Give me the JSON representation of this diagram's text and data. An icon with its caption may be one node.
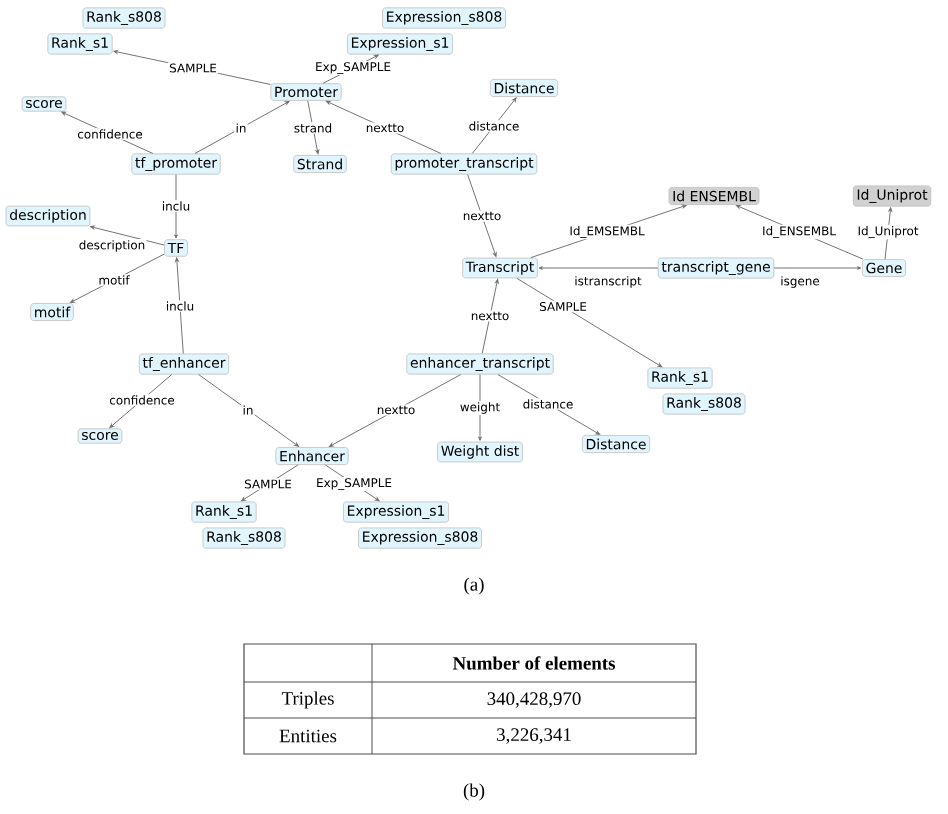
{
  "diagram": {
    "nodes": [
      {
        "text": [
          "Rank_s808"
        ]
      },
      {
        "text": [
          "Rank_s1"
        ]
      },
      {
        "text": [
          "Expression_s808"
        ]
      },
      {
        "text": [
          "Expression_s1"
        ]
      },
      {
        "text": [
          "Promoter"
        ]
      },
      {
        "text": [
          "score"
        ]
      },
      {
        "text": [
          "tf_promoter"
        ]
      },
      {
        "text": [
          "Strand"
        ]
      },
      {
        "text": [
          "promoter_transcript"
        ]
      },
      {
        "text": [
          "Distance"
        ]
      },
      {
        "text": [
          "description"
        ]
      },
      {
        "text": [
          "TF"
        ]
      },
      {
        "text": [
          "motif"
        ]
      },
      {
        "text": [
          "Id ENSEMBL"
        ]
      },
      {
        "text": [
          "Id_Uniprot"
        ]
      },
      {
        "text": [
          "Transcript"
        ]
      },
      {
        "text": [
          "transcript_gene"
        ]
      },
      {
        "text": [
          "Gene"
        ]
      },
      {
        "text": [
          "tf_enhancer"
        ]
      },
      {
        "text": [
          "enhancer_transcript"
        ]
      },
      {
        "text": [
          "score"
        ]
      },
      {
        "text": [
          "Enhancer"
        ]
      },
      {
        "text": [
          "Weight dist"
        ]
      },
      {
        "text": [
          "Distance"
        ]
      },
      {
        "text": [
          "Rank_s1"
        ]
      },
      {
        "text": [
          "Rank_s808"
        ]
      },
      {
        "text": [
          "Rank_s1"
        ]
      },
      {
        "text": [
          "Rank_s808"
        ]
      },
      {
        "text": [
          "Expression_s1"
        ]
      },
      {
        "text": [
          "Expression_s808"
        ]
      }
    ],
    "edges": [
      {
        "from": 4,
        "to": 1,
        "arrow": "to",
        "label": "SAMPLE"
      },
      {
        "from": 4,
        "to": 3,
        "arrow": "to",
        "label": "Exp_SAMPLE"
      },
      {
        "from": 6,
        "to": 5,
        "arrow": "to",
        "label": "confidence"
      },
      {
        "from": 6,
        "to": 4,
        "arrow": "to",
        "label": "in"
      },
      {
        "from": 4,
        "to": 7,
        "arrow": "to",
        "label": "strand"
      },
      {
        "from": 8,
        "to": 4,
        "arrow": "to",
        "label": "nextto"
      },
      {
        "from": 8,
        "to": 9,
        "arrow": "to",
        "label": "distance"
      },
      {
        "from": 6,
        "to": 11,
        "arrow": "to",
        "label": "inclu"
      },
      {
        "from": 11,
        "to": 10,
        "arrow": "to",
        "label": "description"
      },
      {
        "from": 8,
        "to": 15,
        "arrow": "to",
        "label": "nextto"
      },
      {
        "from": 15,
        "to": 13,
        "arrow": "to",
        "label": "Id_EMSEMBL"
      },
      {
        "from": 17,
        "to": 13,
        "arrow": "to",
        "label": "Id_ENSEMBL"
      },
      {
        "from": 17,
        "to": 14,
        "arrow": "to",
        "label": "Id_Uniprot"
      },
      {
        "from": 16,
        "to": 15,
        "arrow": "to",
        "label": "istranscript"
      },
      {
        "from": 16,
        "to": 17,
        "arrow": "to",
        "label": "isgene"
      },
      {
        "from": 11,
        "to": 12,
        "arrow": "to",
        "label": "motif"
      },
      {
        "from": 15,
        "to": 24,
        "arrow": "to",
        "label": "SAMPLE"
      },
      {
        "from": 18,
        "to": 11,
        "arrow": "to",
        "label": "inclu"
      },
      {
        "from": 19,
        "to": 15,
        "arrow": "to",
        "label": "nextto"
      },
      {
        "from": 18,
        "to": 20,
        "arrow": "to",
        "label": "confidence"
      },
      {
        "from": 18,
        "to": 21,
        "arrow": "to",
        "label": "in"
      },
      {
        "from": 19,
        "to": 21,
        "arrow": "to",
        "label": "nextto"
      },
      {
        "from": 19,
        "to": 22,
        "arrow": "to",
        "label": "weight"
      },
      {
        "from": 19,
        "to": 23,
        "arrow": "to",
        "label": "distance"
      },
      {
        "from": 21,
        "to": 26,
        "arrow": "to",
        "label": "SAMPLE"
      },
      {
        "from": 21,
        "to": 28,
        "arrow": "to",
        "label": "Exp_SAMPLE"
      }
    ],
    "labels": [
      "(a)",
      "Number of elements",
      "Triples",
      "340,428,970",
      "Entities",
      "3,226,341",
      "(b)"
    ]
  }
}
